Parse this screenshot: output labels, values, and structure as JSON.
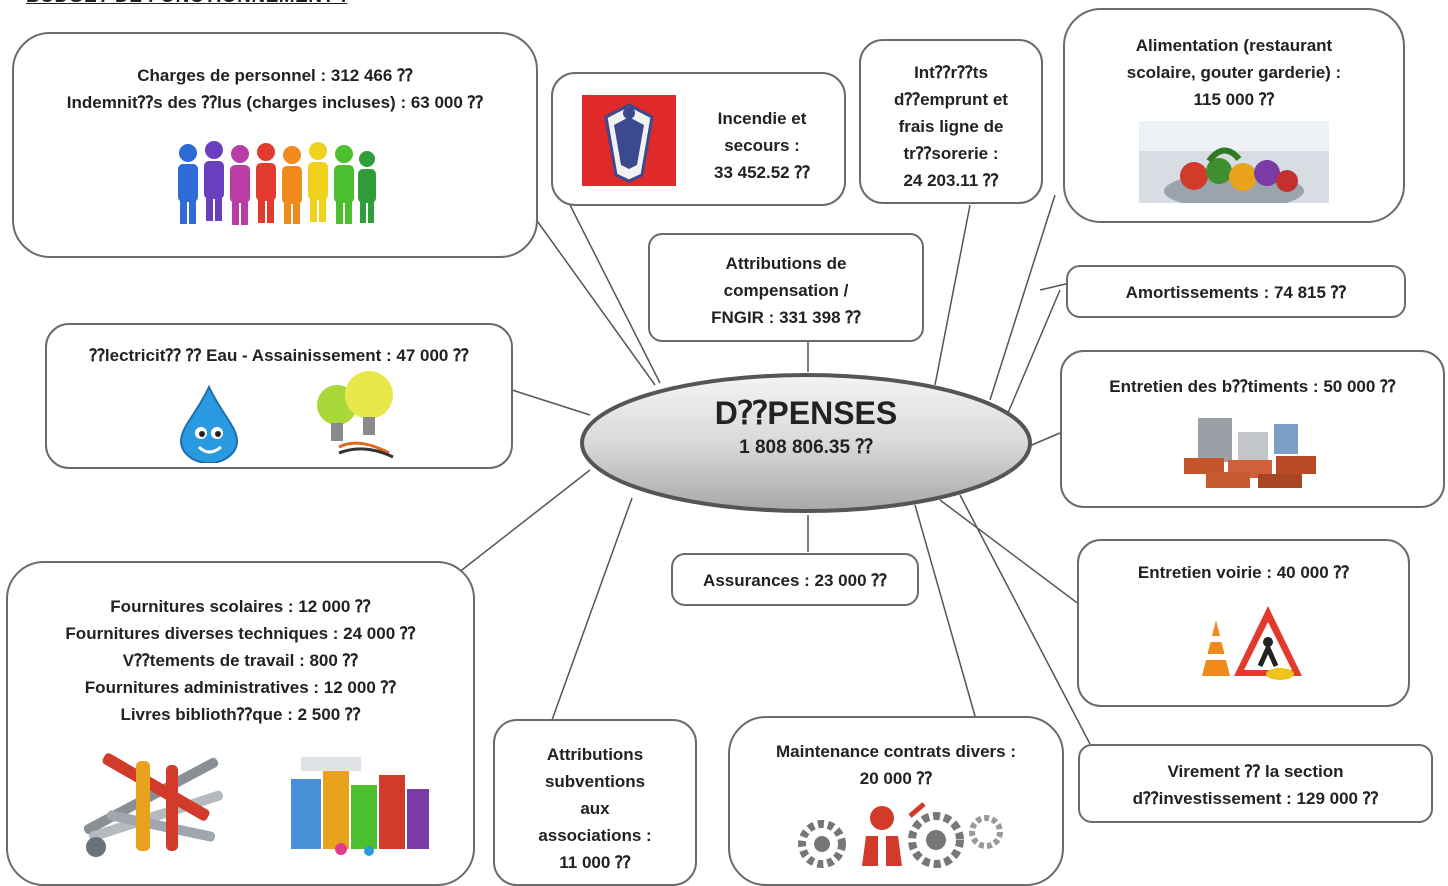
{
  "title": "BUDGET DE FONCTIONNEMENT :",
  "center": {
    "label": "D⁇PENSES",
    "total": "1 808 806.35 ⁇"
  },
  "nodes": {
    "personnel": {
      "line1": "Charges de personnel : 312 466 ⁇",
      "line2": "Indemnit⁇s des ⁇lus (charges incluses) : 63 000 ⁇"
    },
    "incendie": {
      "line1": "Incendie et",
      "line2": "secours :",
      "line3": "33 452.52 ⁇"
    },
    "interets": {
      "line1": "Int⁇r⁇ts",
      "line2": "d⁇emprunt et",
      "line3": "frais ligne de",
      "line4": "tr⁇sorerie :",
      "line5": "24 203.11 ⁇"
    },
    "alimentation": {
      "line1": "Alimentation (restaurant",
      "line2": "scolaire, gouter garderie) :",
      "line3": "115 000 ⁇"
    },
    "attributions_comp": {
      "line1": "Attributions de",
      "line2": "compensation /",
      "line3": "FNGIR :  331 398 ⁇"
    },
    "amortissements": {
      "line1": "Amortissements : 74 815 ⁇"
    },
    "electricite": {
      "line1": "⁇lectricit⁇ ⁇ Eau - Assainissement : 47 000 ⁇"
    },
    "batiments": {
      "line1": "Entretien des b⁇timents : 50 000 ⁇"
    },
    "assurances": {
      "line1": "Assurances : 23 000 ⁇"
    },
    "voirie": {
      "line1": "Entretien voirie : 40 000 ⁇"
    },
    "fournitures": {
      "line1": "Fournitures scolaires : 12 000 ⁇",
      "line2": "Fournitures diverses techniques : 24 000 ⁇",
      "line3": "V⁇tements de travail : 800 ⁇",
      "line4": "Fournitures administratives : 12 000 ⁇",
      "line5": "Livres biblioth⁇que : 2 500 ⁇"
    },
    "subventions": {
      "line1": "Attributions",
      "line2": "subventions",
      "line3": "aux",
      "line4": "associations :",
      "line5": "11 000 ⁇"
    },
    "maintenance": {
      "line1": "Maintenance contrats divers :",
      "line2": "20 000 ⁇"
    },
    "virement": {
      "line1": "Virement ⁇ la section",
      "line2": "d⁇investissement : 129 000 ⁇"
    }
  },
  "colors": {
    "border": "#6b6b6b",
    "center_fill": "#d9d9d9",
    "line": "#555555",
    "firefighter_badge_bg": "#e02a2a"
  }
}
